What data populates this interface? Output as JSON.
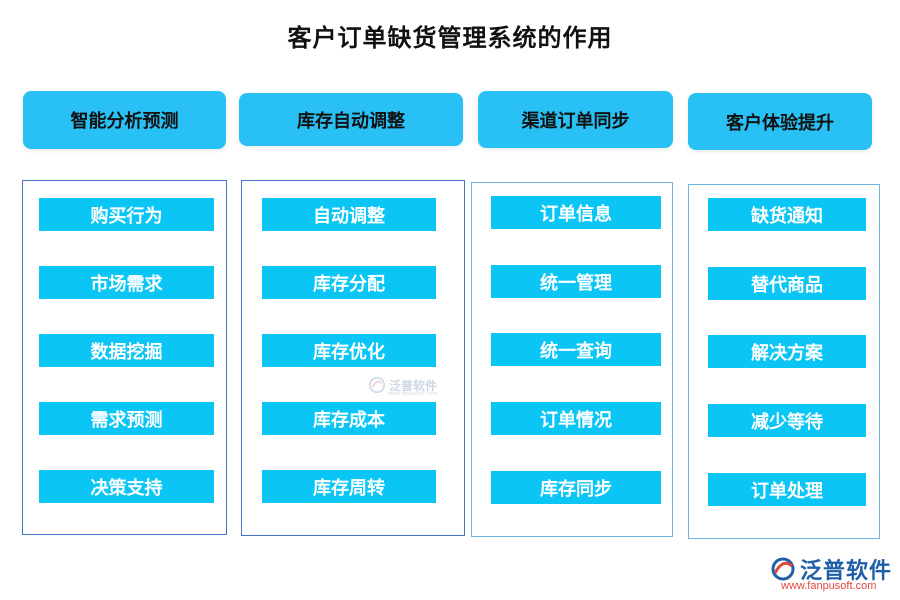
{
  "title": "客户订单缺货管理系统的作用",
  "columns": [
    {
      "header": "智能分析预测",
      "items": [
        "购买行为",
        "市场需求",
        "数据挖掘",
        "需求预测",
        "决策支持"
      ]
    },
    {
      "header": "库存自动调整",
      "items": [
        "自动调整",
        "库存分配",
        "库存优化",
        "库存成本",
        "库存周转"
      ]
    },
    {
      "header": "渠道订单同步",
      "items": [
        "订单信息",
        "统一管理",
        "统一查询",
        "订单情况",
        "库存同步"
      ]
    },
    {
      "header": "客户体验提升",
      "items": [
        "缺货通知",
        "替代商品",
        "解决方案",
        "减少等待",
        "订单处理"
      ]
    }
  ],
  "watermark": {
    "text": "泛普软件",
    "sub": "www.fanpusoft.com"
  },
  "logo": {
    "brand": "泛普软件",
    "url": "www.fanpusoft.com"
  },
  "colors": {
    "header": "#29c1f5",
    "item": "#0bc6f5",
    "border": "#4a72c8",
    "brand": "#1f5fa8",
    "url": "#e0483d"
  }
}
